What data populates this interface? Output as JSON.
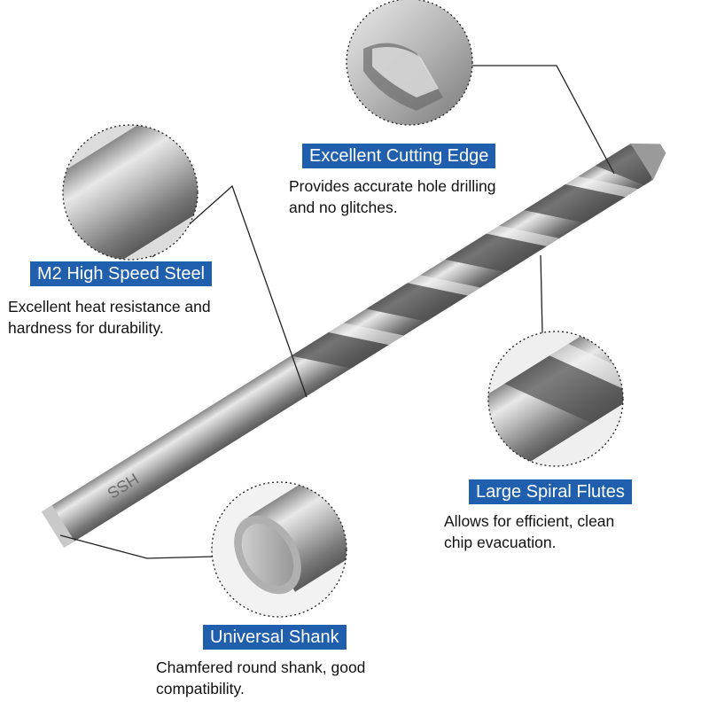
{
  "colors": {
    "label_background": "#1f5fae",
    "label_text": "#ffffff",
    "description_text": "#111111",
    "steel_light": "#e9e9e9",
    "steel_mid": "#a9a9a9",
    "steel_dark": "#5a5a5a"
  },
  "shank_marking": "HSS",
  "features": [
    {
      "label": "Excellent Cutting Edge",
      "description": [
        "Provides accurate hole drilling",
        "and no glitches."
      ]
    },
    {
      "label": "M2 High Speed Steel",
      "description": [
        "Excellent heat resistance and",
        "hardness for durability."
      ]
    },
    {
      "label": "Large Spiral Flutes",
      "description": [
        "Allows for efficient, clean",
        "chip evacuation."
      ]
    },
    {
      "label": "Universal Shank",
      "description": [
        "Chamfered round shank, good",
        "compatibility."
      ]
    }
  ]
}
